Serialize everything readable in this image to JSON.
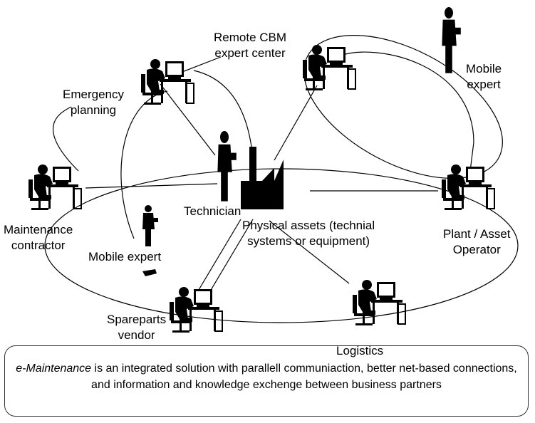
{
  "nodes": {
    "remote_cbm": "Remote CBM\nexpert center",
    "emergency": "Emergency\nplanning",
    "mobile_expert_top": "Mobile\nexpert",
    "technician": "Technician",
    "physical_assets": "Physical assets (technial\nsystems or equipment)",
    "maintenance_contractor": "Maintenance\ncontractor",
    "mobile_expert_mid": "Mobile expert",
    "plant_operator": "Plant / Asset\nOperator",
    "spareparts": "Spareparts\nvendor",
    "logistics": "Logistics"
  },
  "caption": {
    "term": "e-Maintenance",
    "rest": " is an integrated solution with parallell communiaction, better net-based connections, and information and knowledge exchenge between business partners"
  },
  "icons": {
    "workstation": "person-at-computer-icon",
    "standing": "standing-person-icon",
    "factory": "factory-icon"
  }
}
